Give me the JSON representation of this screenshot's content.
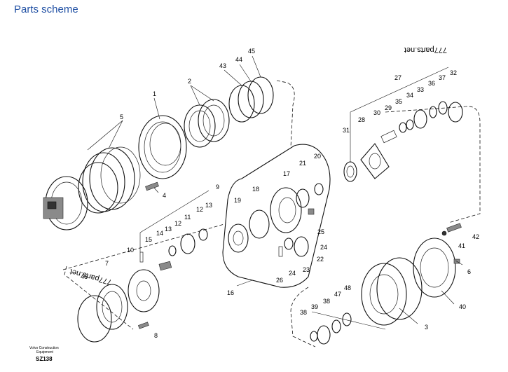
{
  "header": {
    "title": "Parts scheme"
  },
  "watermark_top": "777parts.net",
  "watermark_left": "777parts.net",
  "footer": {
    "brand_line1": "Volvo Construction",
    "brand_line2": "Equipment",
    "code": "SZ138"
  },
  "callouts": [
    "1",
    "2",
    "3",
    "4",
    "5",
    "6",
    "7",
    "8",
    "9",
    "10",
    "11",
    "12",
    "13",
    "14",
    "15",
    "16",
    "17",
    "18",
    "19",
    "20",
    "21",
    "22",
    "23",
    "24",
    "25",
    "26",
    "27",
    "28",
    "29",
    "30",
    "31",
    "32",
    "33",
    "34",
    "35",
    "36",
    "37",
    "38",
    "39",
    "40",
    "41",
    "42",
    "43",
    "44",
    "45",
    "46",
    "47",
    "48"
  ]
}
